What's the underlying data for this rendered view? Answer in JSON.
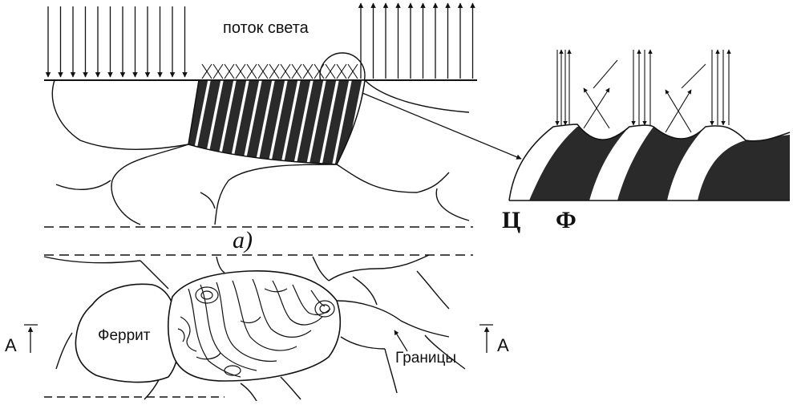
{
  "labels": {
    "light_flux": "поток света",
    "part_a": "а)",
    "cementite": "Ц",
    "ferrite_symbol": "Ф",
    "ferrite": "Феррит",
    "boundaries": "Границы",
    "section_left": "А",
    "section_right": "А"
  },
  "colors": {
    "ink": "#111111",
    "dark_fill": "#2a2a2a",
    "background": "#ffffff"
  }
}
